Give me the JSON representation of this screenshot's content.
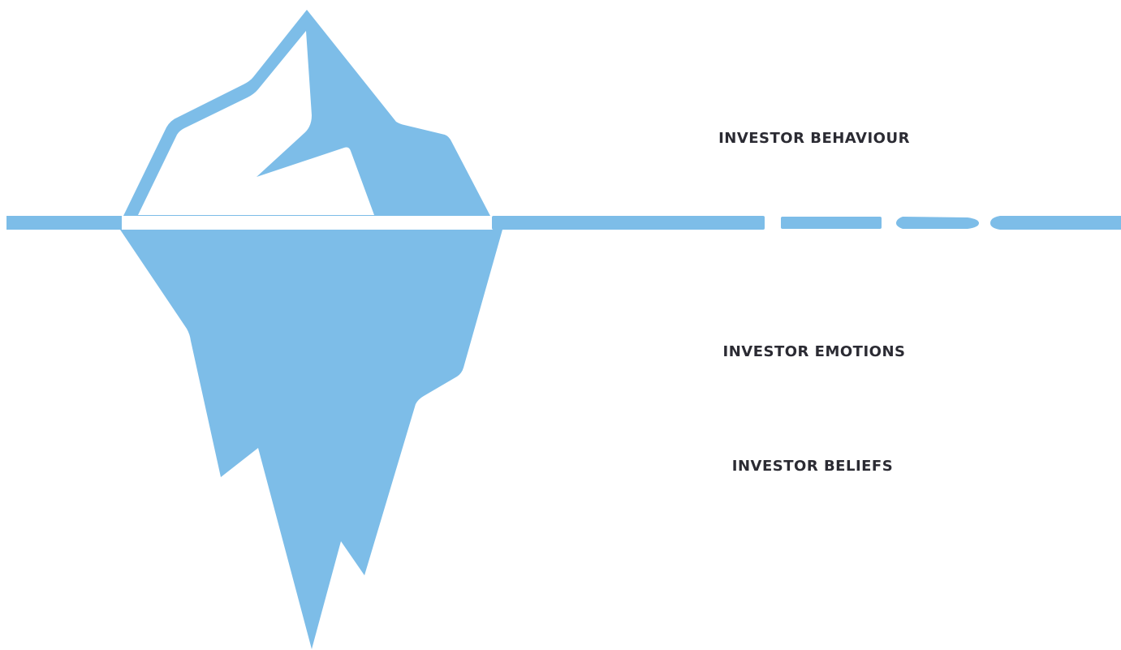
{
  "labels": {
    "behaviour": "INVESTOR BEHAVIOUR",
    "emotions": "INVESTOR EMOTIONS",
    "beliefs": "INVESTOR BELIEFS"
  },
  "colors": {
    "ice": "#7dbde8",
    "background": "#ffffff",
    "text": "#2b2b33"
  },
  "icons": [
    "iceberg-icon",
    "waterline"
  ]
}
